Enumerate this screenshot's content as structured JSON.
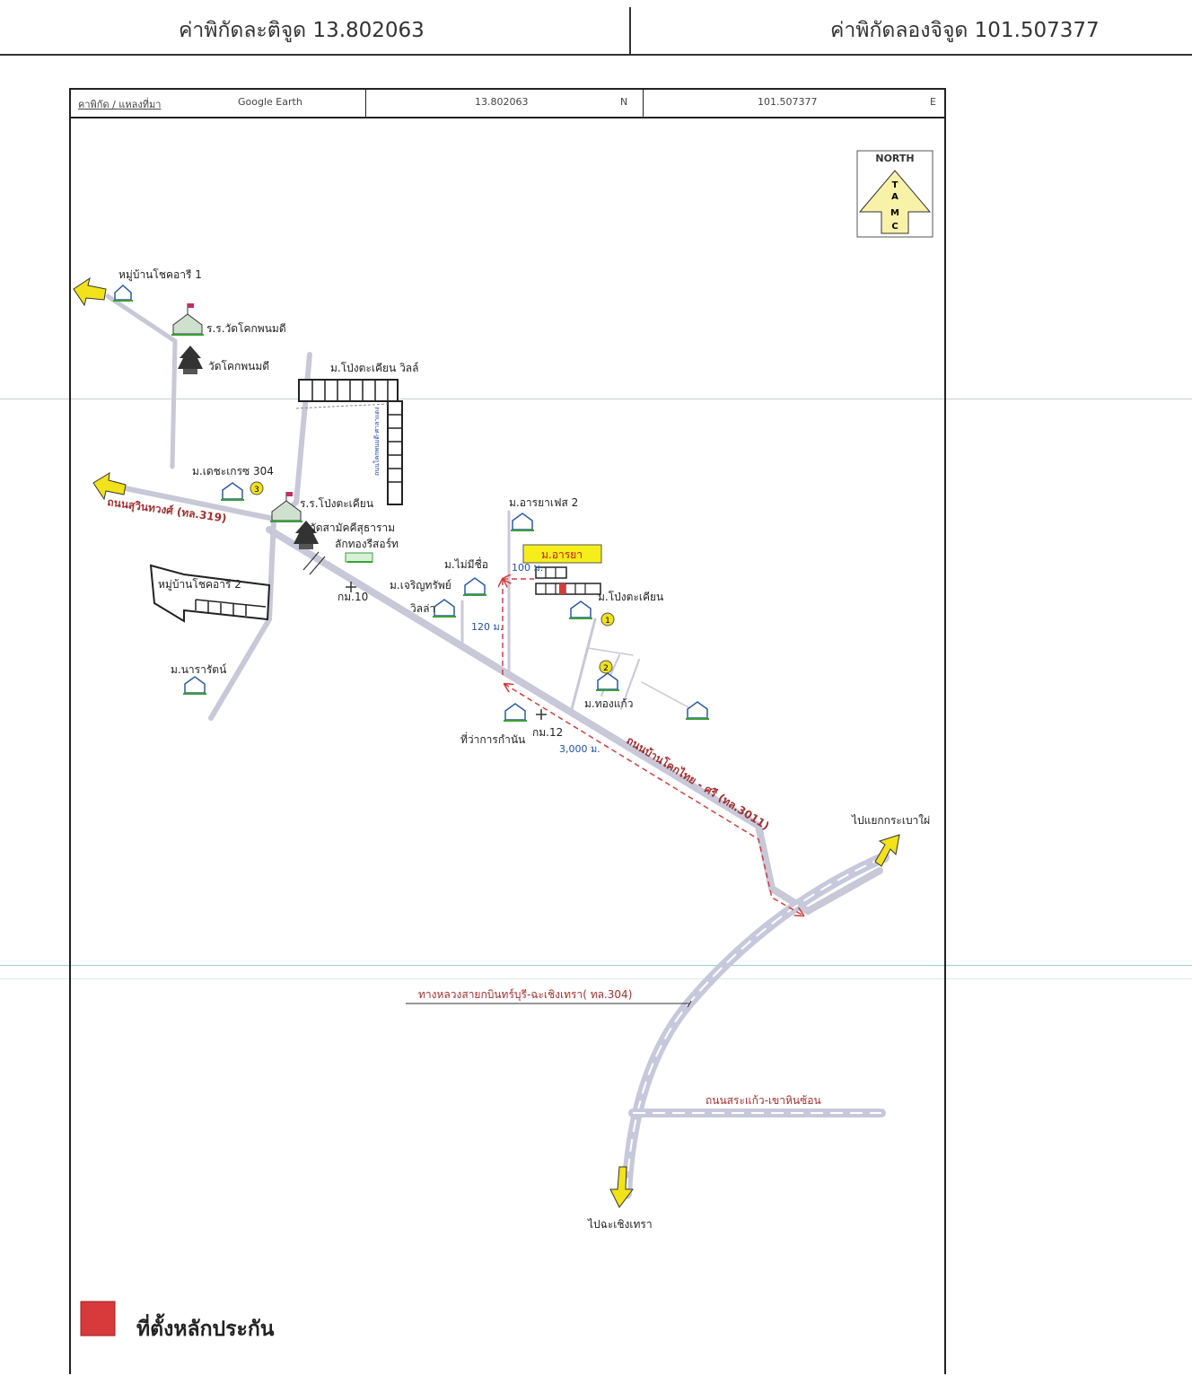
{
  "header": {
    "latitude_label": "ค่าพิกัดละติจูด 13.802063",
    "longitude_label": "ค่าพิกัดลองจิจูด 101.507377"
  },
  "map_header": {
    "source_label": "คาพิกัด / แหลงที่มา",
    "source_value": "Google Earth",
    "lat_value": "13.802063",
    "lat_dir": "N",
    "lon_value": "101.507377",
    "lon_dir": "E"
  },
  "north_arrow": {
    "title": "NORTH",
    "letters": [
      "T",
      "A",
      "M",
      "C"
    ]
  },
  "places": {
    "village_chotchari_1": "หมู่บ้านโชคอารี 1",
    "school_wat_khok_phanom": "ร.ร.วัดโคกพนมดี",
    "wat_khok_phanom": "วัดโคกพนมดี",
    "pong_takhian_villa": "ม.โป่งตะเคียน วิลล์",
    "dechakret_304": "ม.เดชะเกรซ 304",
    "school_pong_takhian": "ร.ร.โป่งตะเคียน",
    "wat_mongkol": "วัดสามัคคีสุธาราม",
    "lak_thong_resort": "ลักทองรีสอร์ท",
    "village_chotchari_2": "หมู่บ้านโชคอารี 2",
    "km10": "กม.10",
    "nararat": "ม.นารารัตน์",
    "mai_mi_chue": "ม.ไม่มีชื่อ",
    "charoen_sap": "ม.เจริญทรัพย์",
    "villa": "วิลล่า",
    "araya_ville_2": "ม.อารยาเฟส 2",
    "araya_target": "ม.อารยา",
    "pong_takhian": "ม.โป่งตะเคียน",
    "thong_kaeo": "ม.ทองแก้ว",
    "kamnan_office": "ที่ว่าการกำนัน",
    "km12": "กม.12",
    "to_krabao": "ไปแยกกระเบาใผ่",
    "to_chachoengsao": "ไปฉะเชิงเทรา"
  },
  "distances": {
    "d100": "100 ม.",
    "d120": "120 ม.",
    "d3000": "3,000 ม."
  },
  "roads": {
    "sukhumvit": "ถนนสุวินทวงศ์ (ทล.319)",
    "khok_thai_si": "ถนนบ้านโคกไทย - ศรี (ทล.3011)",
    "highway_304": "ทางหลวงสายกบินทร์บุรี-ฉะเชิงเทรา( ทล.304)",
    "sa_kaeo_road": "ถนนสระแก้ว-เขาหินซ้อน",
    "local_road": "ถนนโคกพนมดี-ศาลาแดง"
  },
  "markers": [
    "1",
    "2",
    "3"
  ],
  "legend": {
    "label": "ที่ตั้งหลักประกัน",
    "color": "#d8393b"
  },
  "colors": {
    "road": "#c8c8d8",
    "road_label": "#a03030",
    "route": "#d04040",
    "distance": "#2050a0",
    "arrow": "#f2e21a"
  }
}
